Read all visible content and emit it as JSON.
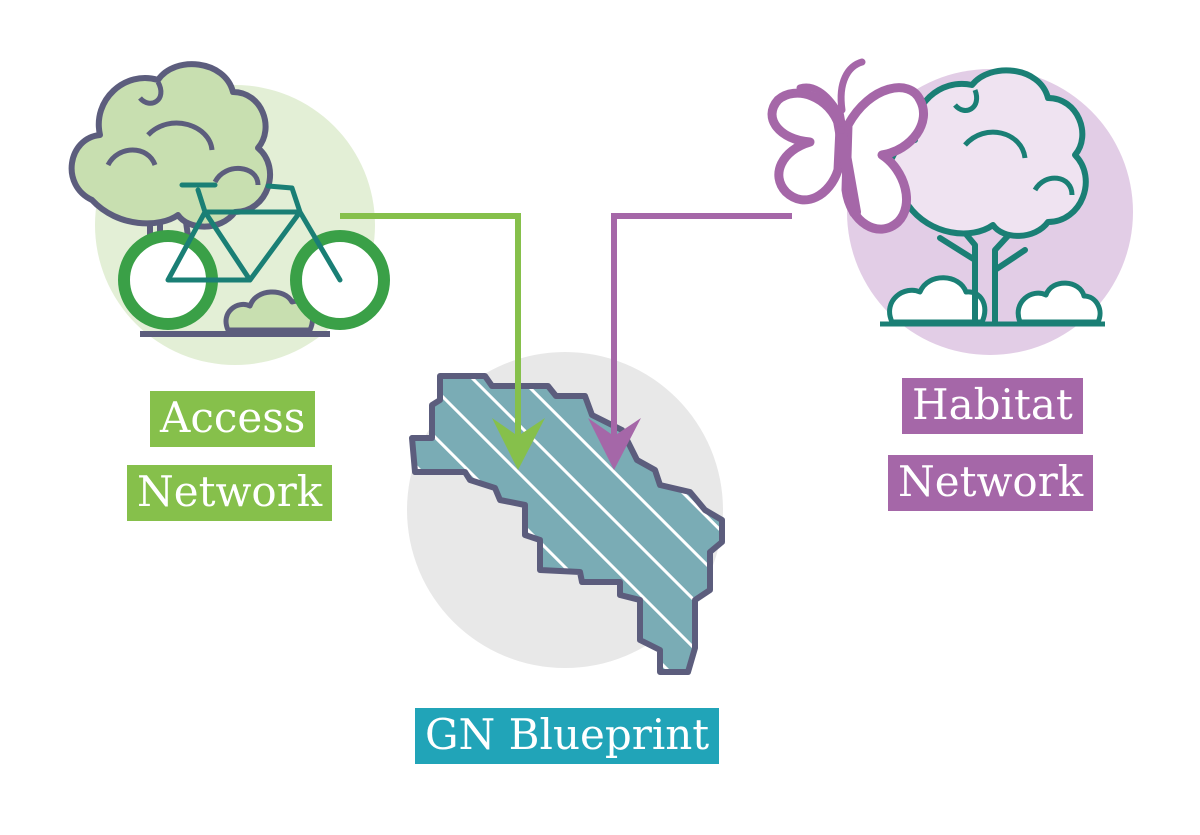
{
  "labels": {
    "access": [
      "Access",
      "Network"
    ],
    "habitat": [
      "Habitat",
      "Network"
    ],
    "blueprint": "GN Blueprint"
  },
  "colors": {
    "green": "#86c04b",
    "purple": "#a567a8",
    "teal": "#21a4b8",
    "outline": "#5c5d7d",
    "bike_green": "#3aa047",
    "tree_teal": "#1a7f75",
    "blueprint_fill": "#7aacb5",
    "green_circle": "#e3efd6",
    "purple_circle": "#e2cde6",
    "grey_circle": "#e8e8e8"
  },
  "icons": {
    "access": [
      "tree-icon",
      "bicycle-icon",
      "bush-icon"
    ],
    "habitat": [
      "butterfly-icon",
      "tree-icon",
      "cloud-icon"
    ],
    "blueprint": "map-region-icon"
  }
}
